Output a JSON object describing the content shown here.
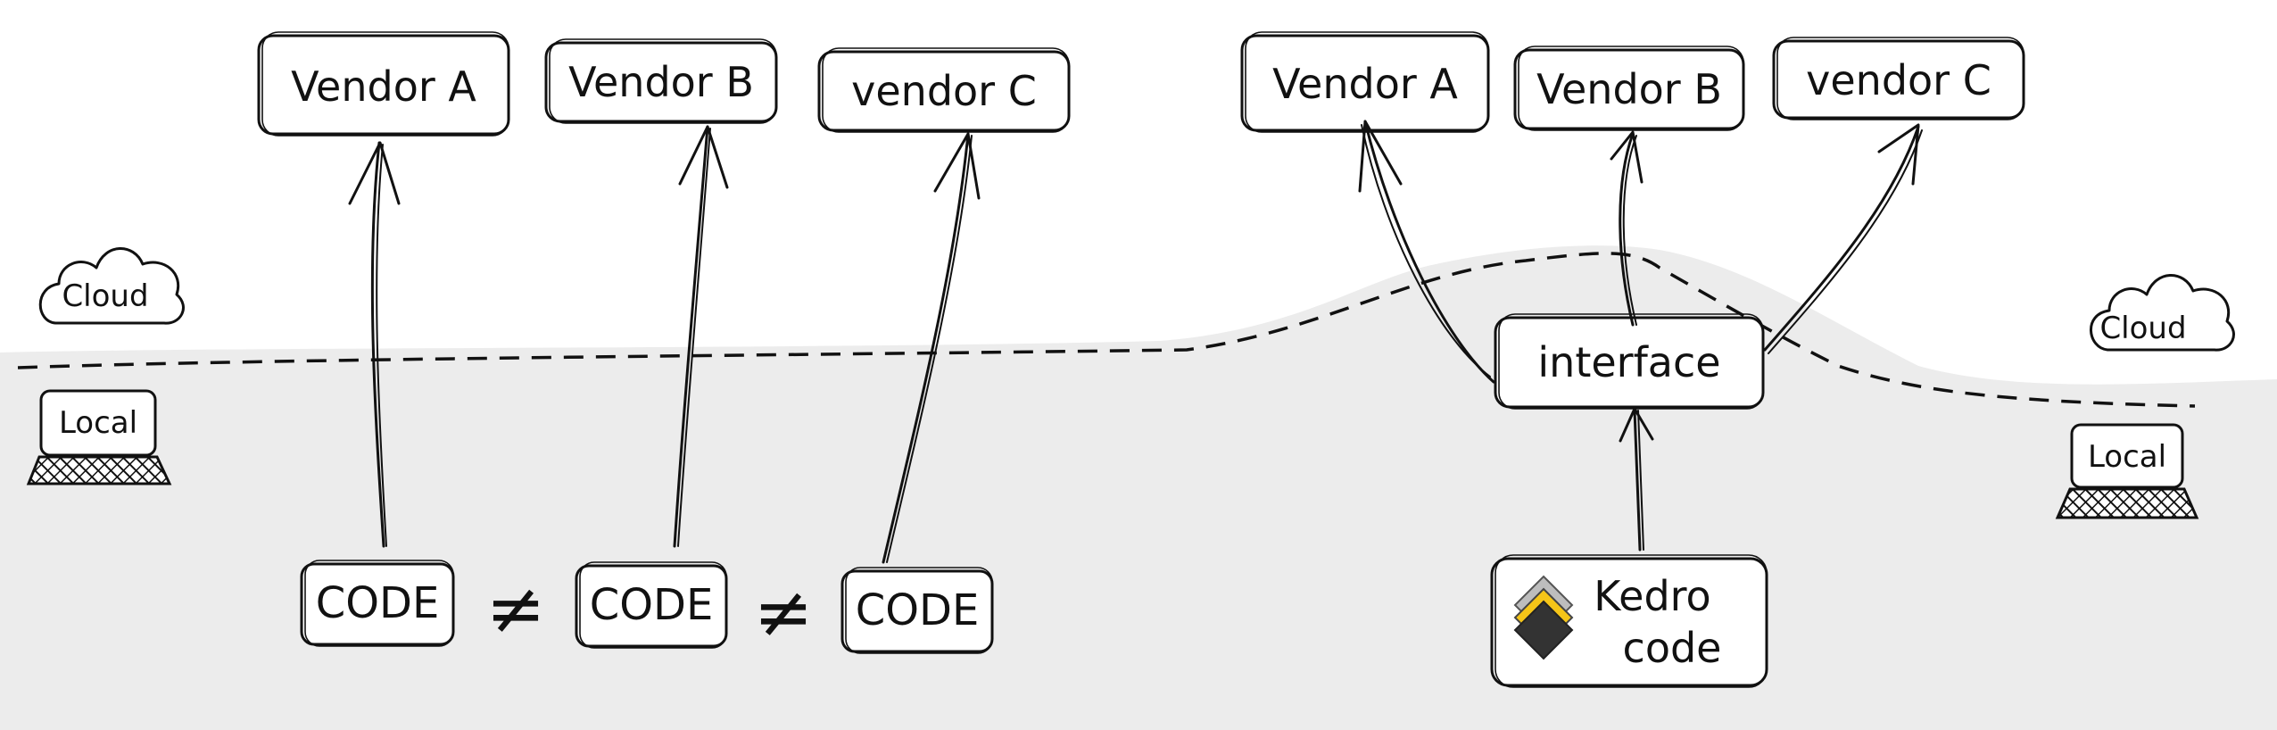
{
  "left_diagram": {
    "vendors": [
      {
        "label": "Vendor A"
      },
      {
        "label": "Vendor B"
      },
      {
        "label": "vendor C"
      }
    ],
    "code_blocks": [
      {
        "label": "CODE"
      },
      {
        "label": "CODE"
      },
      {
        "label": "CODE"
      }
    ],
    "not_equal_symbol": "≠",
    "cloud_label": "Cloud",
    "local_label": "Local"
  },
  "right_diagram": {
    "vendors": [
      {
        "label": "Vendor A"
      },
      {
        "label": "Vendor B"
      },
      {
        "label": "vendor C"
      }
    ],
    "interface_label": "interface",
    "kedro_label_line1": "Kedro",
    "kedro_label_line2": "code",
    "cloud_label": "Cloud",
    "local_label": "Local"
  },
  "colors": {
    "ink": "#111111",
    "local_region": "#ececec",
    "box_fill": "#ffffff",
    "kedro_logo_yellow": "#f5c518",
    "kedro_logo_dark": "#333333"
  }
}
